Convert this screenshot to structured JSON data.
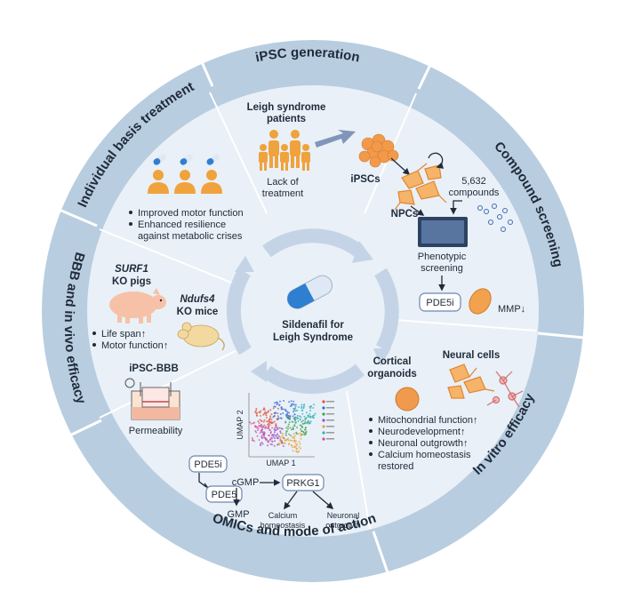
{
  "center": {
    "line1": "Sildenafil for",
    "line2": "Leigh Syndrome"
  },
  "ring_titles": {
    "ipsc_generation": "iPSC generation",
    "compound_screening": "Compound screening",
    "in_vitro_efficacy": "In vitro efficacy",
    "omics": "OMICs and mode of action",
    "bbb": "BBB and in vivo efficacy",
    "individual": "Individual basis treatment"
  },
  "ipsc": {
    "patients_line1": "Leigh syndrome",
    "patients_line2": "patients",
    "lack_line1": "Lack of",
    "lack_line2": "treatment",
    "ipscs": "iPSCs"
  },
  "screening": {
    "npcs": "NPCs",
    "compounds_line1": "5,632",
    "compounds_line2": "compounds",
    "pheno_line1": "Phenotypic",
    "pheno_line2": "screening",
    "pde5i": "PDE5i",
    "mmp": "MMP↓"
  },
  "invitro": {
    "cortical_line1": "Cortical",
    "cortical_line2": "organoids",
    "neural": "Neural cells",
    "bullets": [
      "Mitochondrial function↑",
      "Neurodevelopment↑",
      "Neuronal outgrowth↑",
      "Calcium homeostasis"
    ],
    "bullet_cont": "restored"
  },
  "omics": {
    "pde5i": "PDE5i",
    "pde5": "PDE5",
    "cgmp": "cGMP",
    "gmp": "GMP",
    "prkg1": "PRKG1",
    "calcium_line1": "Calcium",
    "calcium_line2": "homeostasis",
    "neuronal_line1": "Neuronal",
    "neuronal_line2": "outgrowth",
    "umap_x": "UMAP 1",
    "umap_y": "UMAP 2"
  },
  "bbb": {
    "surf1": "SURF1",
    "ko_pigs": "KO pigs",
    "ndufs4": "Ndufs4",
    "ko_mice": "KO mice",
    "bullets": [
      "Life span↑",
      "Motor function↑"
    ],
    "ipsc_bbb": "iPSC-BBB",
    "permeability": "Permeability"
  },
  "individual": {
    "bullets": [
      "Improved motor function",
      "Enhanced resilience"
    ],
    "bullet_cont": "against metabolic crises"
  },
  "colors": {
    "outer_ring": "#b9cde0",
    "inner_disc": "#e9f0f7",
    "arrow": "#c4d4e6",
    "people": "#f0a23c",
    "pill_blue": "#2f7fd0",
    "orange": "#f29a4a",
    "pig": "#f6c1a6",
    "mouse": "#f3d8a0"
  }
}
